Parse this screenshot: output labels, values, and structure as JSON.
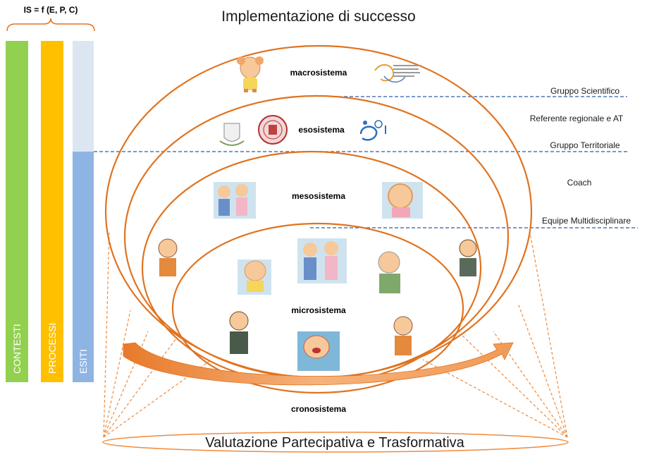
{
  "formula": "IS = f (E, P, C)",
  "title": "Implementazione di successo",
  "footer": "Valutazione Partecipativa e Trasformativa",
  "bars": [
    {
      "label": "CONTESTI",
      "color": "#92d050"
    },
    {
      "label": "PROCESSI",
      "color": "#ffc000"
    },
    {
      "label": "ESITI",
      "color": "#8eb4e3",
      "top_color": "#dce6f2"
    }
  ],
  "levels": {
    "macro": "macrosistema",
    "eso": "esosistema",
    "meso": "mesosistema",
    "micro": "microsistema",
    "crono": "cronosistema"
  },
  "side_labels": {
    "gruppo_scientifico": "Gruppo Scientifico",
    "referente": "Referente regionale e AT",
    "gruppo_territoriale": "Gruppo Territoriale",
    "coach": "Coach",
    "equipe": "Equipe Multidisciplinare"
  },
  "colors": {
    "ellipse": "#e07320",
    "arrow": "#f4a460",
    "dashed": "#2e5aa8",
    "cone": "#f08a3c"
  }
}
